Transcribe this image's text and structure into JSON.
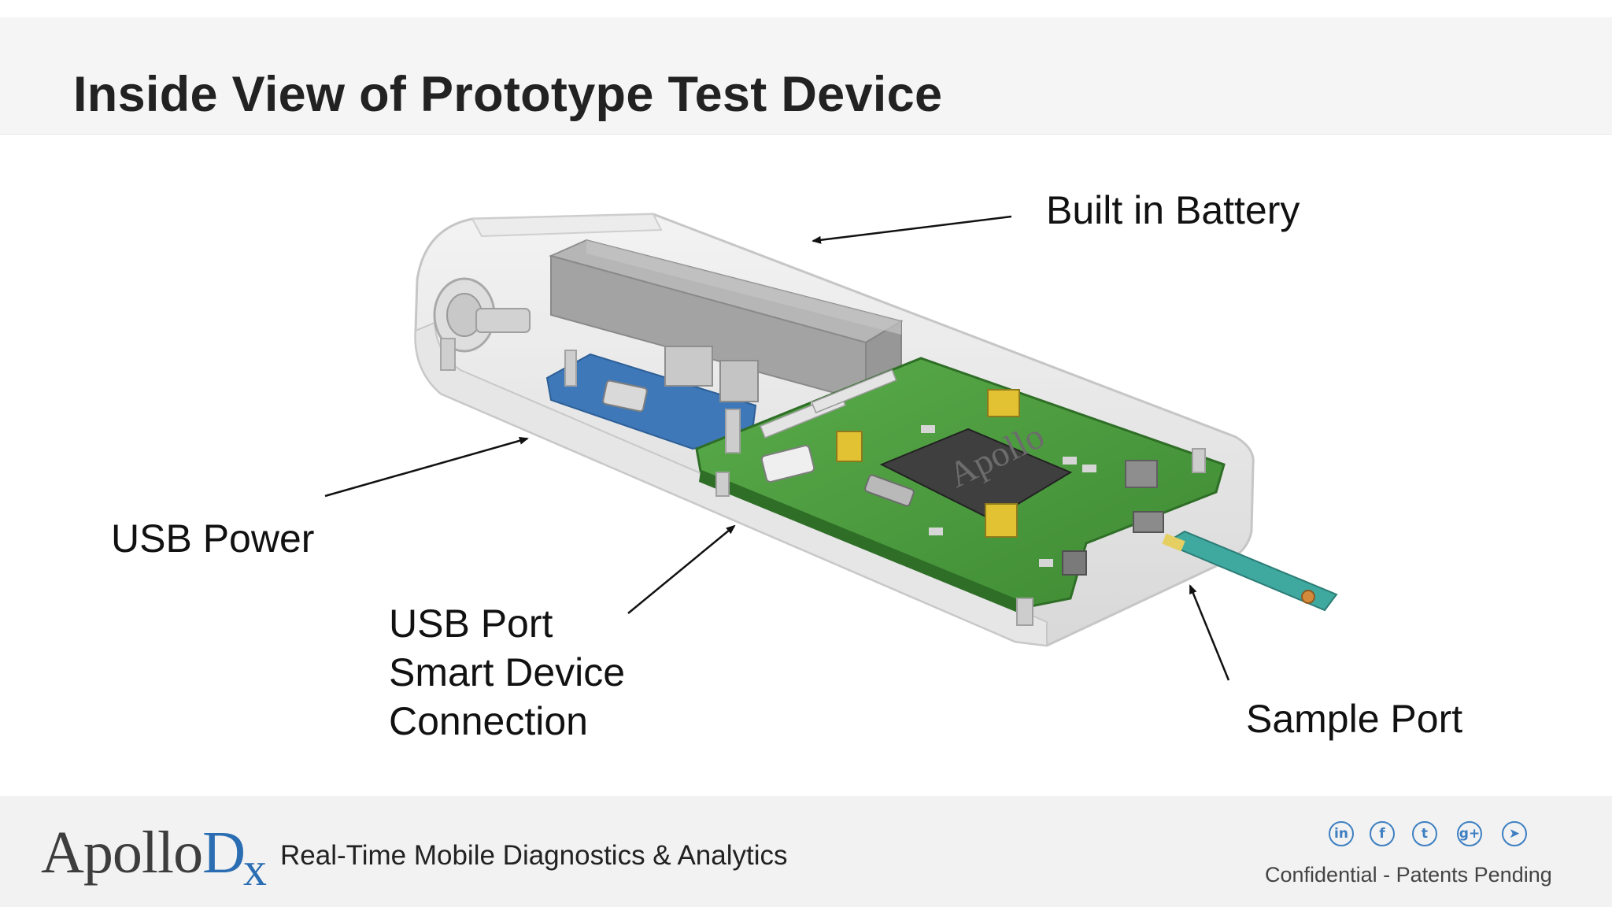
{
  "slide": {
    "title": "Inside View of Prototype Test Device"
  },
  "callouts": {
    "battery": "Built in Battery",
    "usb_power": "USB Power",
    "usb_port_line1": "USB Port",
    "usb_port_line2": "Smart Device",
    "usb_port_line3": "Connection",
    "sample_port": "Sample Port"
  },
  "chip_marking": "Apollo",
  "footer": {
    "logo_main": "Apollo",
    "logo_d": "D",
    "logo_x": "x",
    "tagline": "Real-Time Mobile Diagnostics & Analytics",
    "confidential": "Confidential - Patents Pending",
    "social_icons": [
      "linkedin-icon",
      "facebook-icon",
      "twitter-icon",
      "google-plus-icon",
      "pointer-icon"
    ],
    "social_glyphs": [
      "in",
      "f",
      "t",
      "g+",
      "➤"
    ]
  },
  "colors": {
    "pcb_green": "#4b9a3f",
    "pcb_blue": "#3f78b8",
    "brand_blue": "#2a6db3",
    "casing": "#dcdcdc"
  }
}
